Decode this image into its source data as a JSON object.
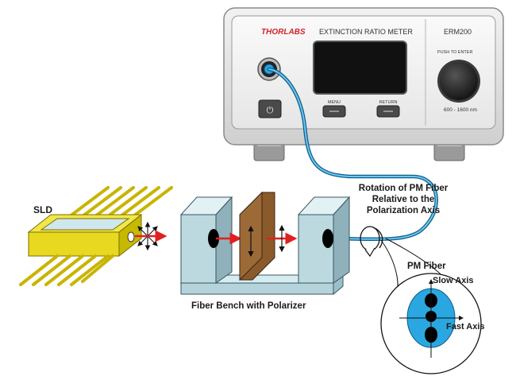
{
  "device": {
    "brand": "THORLABS",
    "title": "EXTINCTION RATIO METER",
    "model": "ERM200",
    "knob_label": "PUSH TO ENTER",
    "menu_label": "MENU",
    "return_label": "RETURN",
    "wavelength_range": "600 - 1600 nm",
    "power_symbol": "⏻"
  },
  "labels": {
    "sld": "SLD",
    "fiber_bench": "Fiber Bench with Polarizer",
    "rotation_line1": "Rotation of PM Fiber",
    "rotation_line2": "Relative to the",
    "rotation_line3": "Polarization Axis",
    "pm_fiber": "PM Fiber",
    "slow_axis": "Slow Axis",
    "fast_axis": "Fast Axis"
  },
  "colors": {
    "fiber": "#29a3e0",
    "beam": "#e02020",
    "sld_body": "#e8d820",
    "bench": "#c3dfe6",
    "polarizer": "#8a5a2b",
    "fiber_core": "#2aa7e0"
  }
}
